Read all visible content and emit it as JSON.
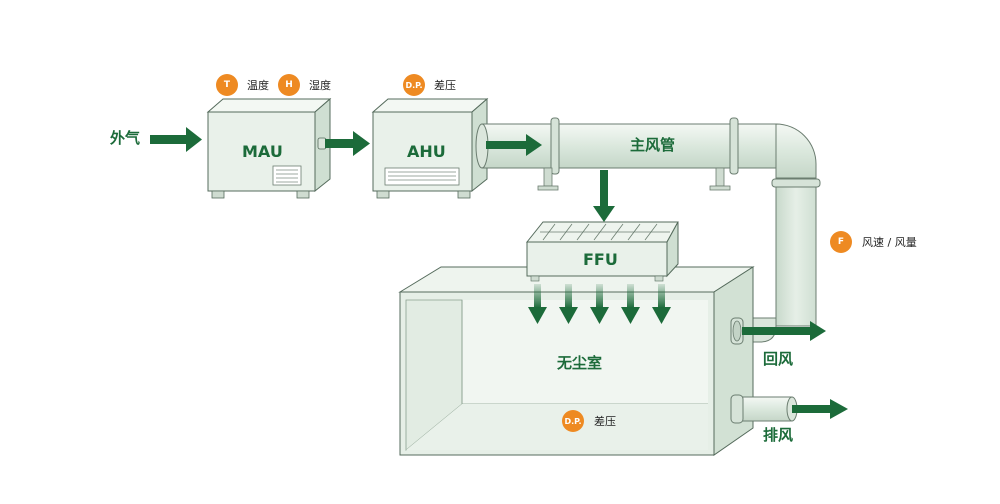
{
  "labels": {
    "outside_air": "外气",
    "mau": "MAU",
    "ahu": "AHU",
    "main_duct": "主风管",
    "ffu": "FFU",
    "cleanroom": "无尘室",
    "return_air": "回风",
    "exhaust": "排风"
  },
  "sensors": {
    "temperature": {
      "badge": "T",
      "text": "温度"
    },
    "humidity": {
      "badge": "H",
      "text": "湿度"
    },
    "dp_ahu": {
      "badge": "D.P.",
      "text": "差压"
    },
    "flow": {
      "badge": "F",
      "text": "风速 / 风量"
    },
    "dp_room": {
      "badge": "D.P.",
      "text": "差压"
    }
  },
  "colors": {
    "arrow_green": "#1c6b3a",
    "badge_orange": "#ee8a22",
    "equipment_fill": "#e9f1ea",
    "equipment_stroke": "#556b5c"
  }
}
